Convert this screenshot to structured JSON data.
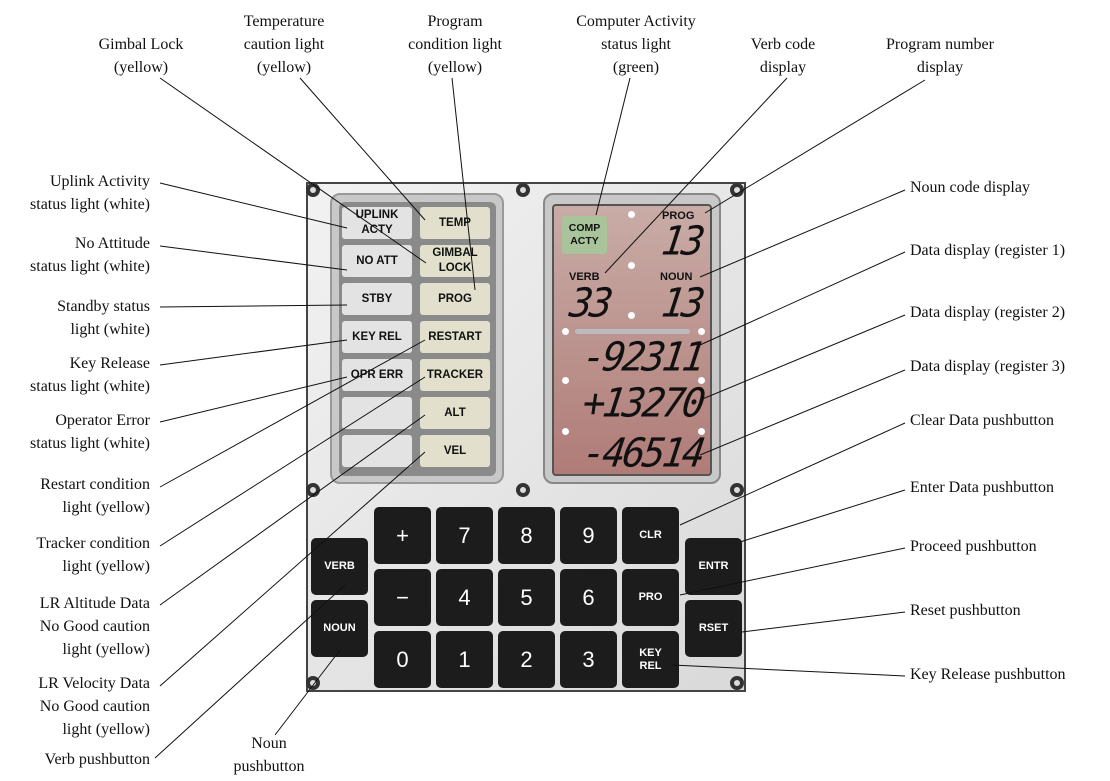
{
  "top_labels": [
    {
      "text": "Gimbal Lock\n(yellow)"
    },
    {
      "text": "Temperature\ncaution light\n(yellow)"
    },
    {
      "text": "Program\ncondition light\n(yellow)"
    },
    {
      "text": "Computer Activity\nstatus light\n(green)"
    },
    {
      "text": "Verb code\ndisplay"
    },
    {
      "text": "Program number\ndisplay"
    }
  ],
  "left_labels": [
    {
      "text": "Uplink Activity\nstatus light (white)"
    },
    {
      "text": "No Attitude\nstatus light (white)"
    },
    {
      "text": "Standby status\nlight (white)"
    },
    {
      "text": "Key Release\nstatus light (white)"
    },
    {
      "text": "Operator Error\nstatus light (white)"
    },
    {
      "text": "Restart condition\nlight (yellow)"
    },
    {
      "text": "Tracker condition\nlight (yellow)"
    },
    {
      "text": "LR Altitude Data\nNo Good caution\nlight (yellow)"
    },
    {
      "text": "LR Velocity Data\nNo Good caution\nlight (yellow)"
    },
    {
      "text": "Verb pushbutton"
    }
  ],
  "bottom_label": {
    "text": "Noun\npushbutton"
  },
  "right_labels": [
    {
      "text": "Noun code display"
    },
    {
      "text": "Data display (register 1)"
    },
    {
      "text": "Data display (register 2)"
    },
    {
      "text": "Data display (register 3)"
    },
    {
      "text": "Clear Data pushbutton"
    },
    {
      "text": "Enter Data pushbutton"
    },
    {
      "text": "Proceed pushbutton"
    },
    {
      "text": "Reset pushbutton"
    },
    {
      "text": "Key Release pushbutton"
    }
  ],
  "lights_left": [
    "UPLINK\nACTY",
    "NO ATT",
    "STBY",
    "KEY REL",
    "OPR ERR",
    "",
    ""
  ],
  "lights_right": [
    "TEMP",
    "GIMBAL\nLOCK",
    "PROG",
    "RESTART",
    "TRACKER",
    "ALT",
    "VEL"
  ],
  "display": {
    "comp_acty": "COMP\nACTY",
    "prog_label": "PROG",
    "verb_label": "VERB",
    "noun_label": "NOUN",
    "prog": "13",
    "verb": "33",
    "noun": "13",
    "r1": "-92311",
    "r2": "+13270",
    "r3": "-46514"
  },
  "keys": {
    "plus": "+",
    "minus": "−",
    "k0": "0",
    "k1": "1",
    "k2": "2",
    "k3": "3",
    "k4": "4",
    "k5": "5",
    "k6": "6",
    "k7": "7",
    "k8": "8",
    "k9": "9",
    "verb": "VERB",
    "noun": "NOUN",
    "clr": "CLR",
    "pro": "PRO",
    "key_rel": "KEY\nREL",
    "entr": "ENTR",
    "rset": "RSET"
  }
}
